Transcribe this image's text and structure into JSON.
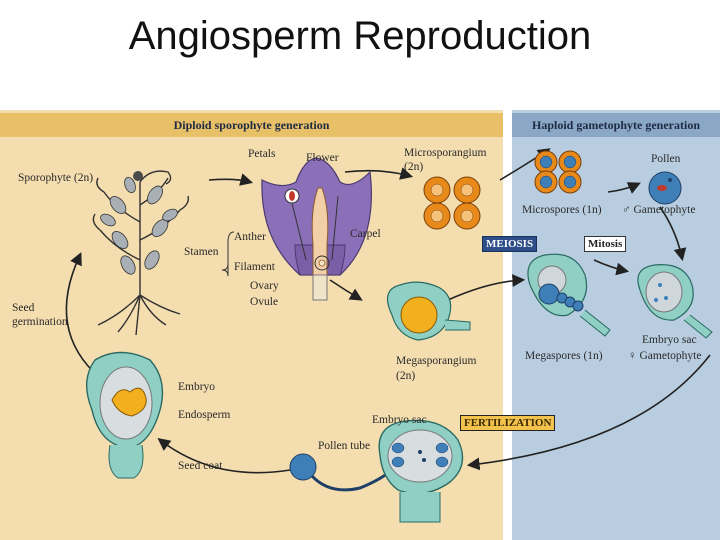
{
  "title": "Angiosperm Reproduction",
  "headers": {
    "diploid": "Diploid sporophyte generation",
    "haploid": "Haploid gametophyte generation"
  },
  "labels": {
    "sporophyte": "Sporophyte (2n)",
    "petals": "Petals",
    "flower": "Flower",
    "anther": "Anther",
    "stamen": "Stamen",
    "filament": "Filament",
    "ovary": "Ovary",
    "ovule": "Ovule",
    "carpel": "Carpel",
    "microsporangium": "Microsporangium",
    "microsporangium_ploidy": "(2n)",
    "microspores": "Microspores (1n)",
    "pollen": "Pollen",
    "male_gametophyte": "♂ Gametophyte",
    "megasporangium": "Megasporangium",
    "megasporangium_ploidy": "(2n)",
    "megaspores": "Megaspores (1n)",
    "embryo_sac_top": "Embryo sac",
    "female_gametophyte": "♀ Gametophyte",
    "seed_germination_1": "Seed",
    "seed_germination_2": "germination",
    "embryo": "Embryo",
    "endosperm": "Endosperm",
    "seed_coat": "Seed coat",
    "pollen_tube": "Pollen tube",
    "embryo_sac_bottom": "Embryo sac"
  },
  "process_tags": {
    "meiosis": "MEIOSIS",
    "mitosis": "Mitosis",
    "fertilization": "FERTILIZATION"
  },
  "colors": {
    "diploid_bg": "#f4deb0",
    "diploid_header": "#e8c068",
    "haploid_bg": "#b9cde0",
    "haploid_header": "#8aa7c6",
    "petal": "#8b6fb8",
    "sporangium_orange": "#e88a1a",
    "ovule_teal": "#8fcfc4",
    "embryo_yellow": "#f2b01e",
    "pollen_blue": "#3f7fb8"
  }
}
